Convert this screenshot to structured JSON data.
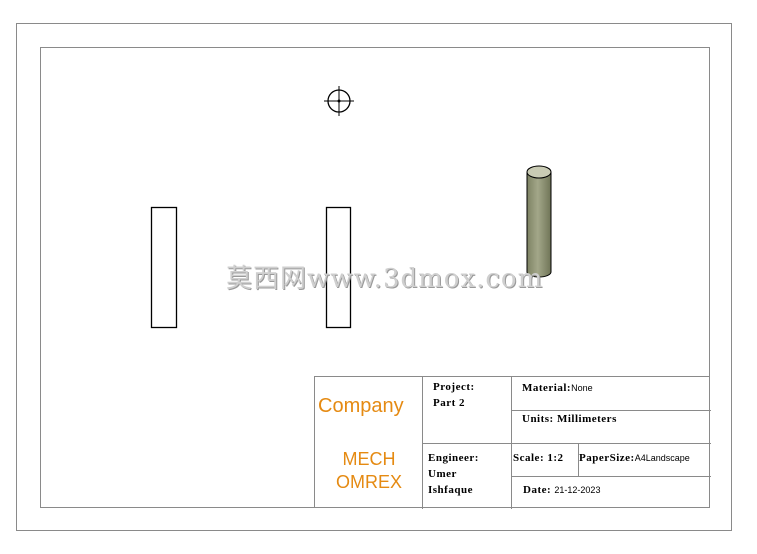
{
  "drawing": {
    "watermark": "莫西网www.3dmox.com",
    "title_block": {
      "company": "Company",
      "company_name_line1": "MECH",
      "company_name_line2": "OMREX",
      "project_label": "Project:",
      "project_value": "Part 2",
      "material_label": "Material:",
      "material_value": "None",
      "units_label": "Units:",
      "units_value": "Millimeters",
      "engineer_label": "Engineer:",
      "engineer_value_line1": "Umer",
      "engineer_value_line2": "Ishfaque",
      "scale_label": "Scale:",
      "scale_value": "1:2",
      "papersize_label": "PaperSize:",
      "papersize_value": "A4Landscape",
      "date_label": "Date:",
      "date_value": "21-12-2023"
    },
    "colors": {
      "accent": "#e58a12",
      "border": "#8a8a8a",
      "cylinder_fill": "#8f9373",
      "cylinder_top": "#c9cbb4"
    },
    "icons": [
      "crosshair-symbol-icon"
    ]
  }
}
